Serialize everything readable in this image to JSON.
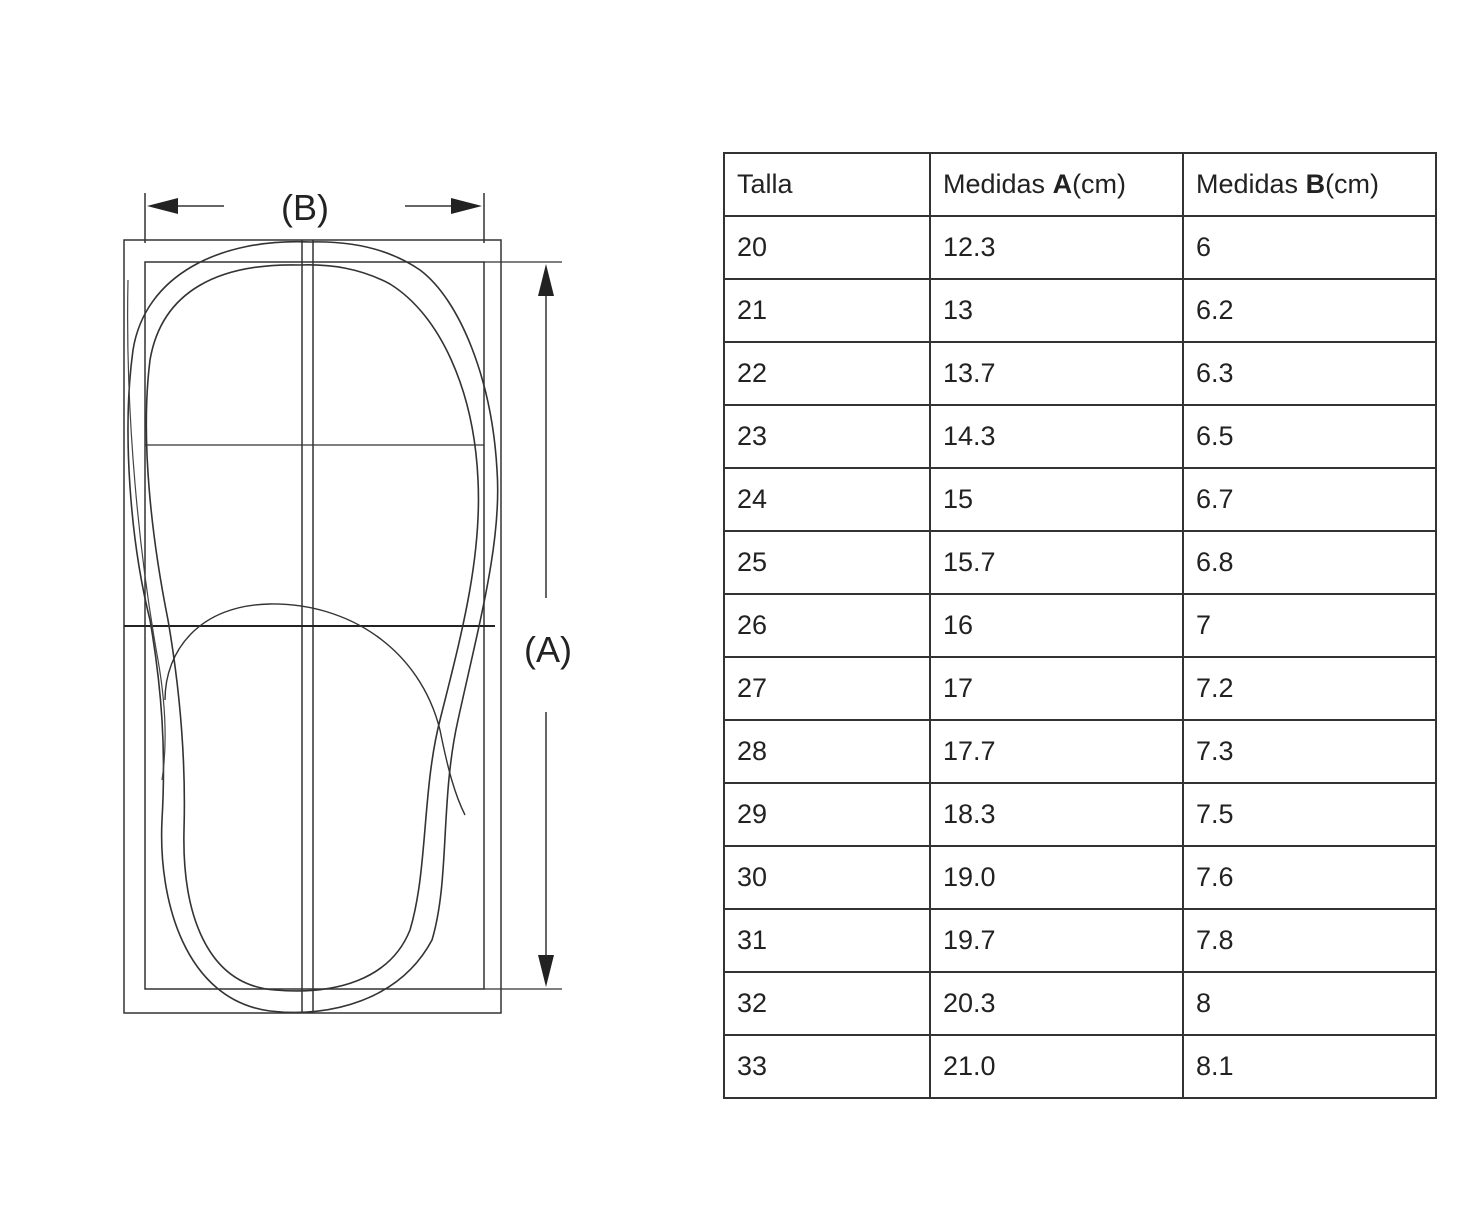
{
  "diagram": {
    "label_a": "(A)",
    "label_b": "(B)"
  },
  "table": {
    "headers": [
      {
        "prefix": "Talla",
        "bold": "",
        "suffix": ""
      },
      {
        "prefix": "Medidas ",
        "bold": "A",
        "suffix": "(cm)"
      },
      {
        "prefix": "Medidas ",
        "bold": "B",
        "suffix": "(cm)"
      }
    ],
    "rows": [
      [
        "20",
        "12.3",
        "6"
      ],
      [
        "21",
        "13",
        "6.2"
      ],
      [
        "22",
        "13.7",
        "6.3"
      ],
      [
        "23",
        "14.3",
        "6.5"
      ],
      [
        "24",
        "15",
        "6.7"
      ],
      [
        "25",
        "15.7",
        "6.8"
      ],
      [
        "26",
        "16",
        "7"
      ],
      [
        "27",
        "17",
        "7.2"
      ],
      [
        "28",
        "17.7",
        "7.3"
      ],
      [
        "29",
        "18.3",
        "7.5"
      ],
      [
        "30",
        "19.0",
        "7.6"
      ],
      [
        "31",
        "19.7",
        "7.8"
      ],
      [
        "32",
        "20.3",
        "8"
      ],
      [
        "33",
        "21.0",
        "8.1"
      ]
    ]
  }
}
